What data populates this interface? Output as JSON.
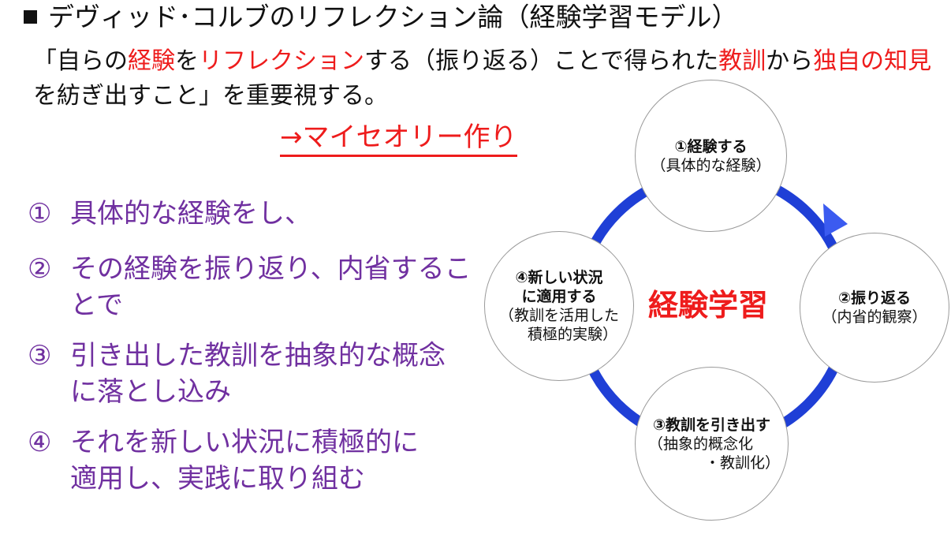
{
  "title": "デヴィッド･コルブのリフレクション論（経験学習モデル）",
  "intro": {
    "line1_parts": [
      {
        "text": "「自らの",
        "red": false
      },
      {
        "text": "経験",
        "red": true
      },
      {
        "text": "を",
        "red": false
      },
      {
        "text": "リフレクション",
        "red": true
      },
      {
        "text": "する（振り返る）ことで得られた",
        "red": false
      },
      {
        "text": "教訓",
        "red": true
      },
      {
        "text": "から",
        "red": false
      },
      {
        "text": "独自の知見",
        "red": true
      }
    ],
    "line2": "を紡ぎ出すこと」を重要視する。"
  },
  "my_theory": "→マイセオリー作り",
  "steps": [
    {
      "num": "①",
      "lines": [
        "具体的な経験をし、"
      ]
    },
    {
      "num": "②",
      "lines": [
        "その経験を振り返り、内省するこ",
        "とで"
      ]
    },
    {
      "num": "③",
      "lines": [
        "引き出した教訓を抽象的な概念",
        "に落とし込み"
      ]
    },
    {
      "num": "④",
      "lines": [
        "それを新しい状況に積極的に",
        "適用し、実践に取り組む"
      ]
    }
  ],
  "cycle": {
    "center_label": "経験学習",
    "ring_color": "#1f3fd6",
    "arrow_color": "#3b5bf0",
    "nodes": [
      {
        "title": "①経験する",
        "sub": [
          "（具体的な経験）"
        ]
      },
      {
        "title": "②振り返る",
        "sub": [
          "（内省的観察）"
        ]
      },
      {
        "title": "③教訓を引き出す",
        "sub": [
          "（抽象的概念化",
          "・教訓化）"
        ]
      },
      {
        "title": "④新しい状況",
        "title2": "に適用する",
        "sub": [
          "（教訓を活用した",
          "積極的実験）"
        ]
      }
    ]
  },
  "colors": {
    "accent_red": "#ee1c1c",
    "purple": "#7030a0"
  }
}
